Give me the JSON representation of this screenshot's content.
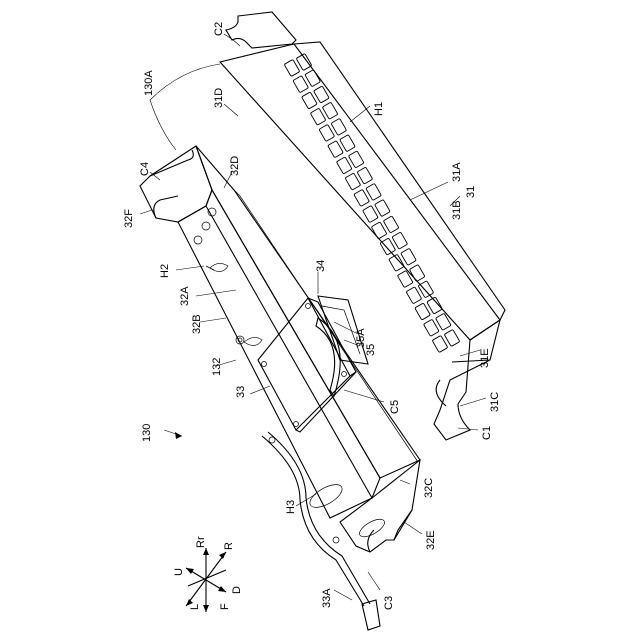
{
  "labels": {
    "l130A": "130A",
    "lC2": "C2",
    "l31D": "31D",
    "lH1": "H1",
    "lC4": "C4",
    "l32D": "32D",
    "l31A": "31A",
    "l31B": "31B",
    "l31": "31",
    "l32F": "32F",
    "lH2": "H2",
    "l34": "34",
    "l32A": "32A",
    "l35": "35",
    "l35A": "35A",
    "l32B": "32B",
    "l132": "132",
    "l33": "33",
    "lC5": "C5",
    "l31E": "31E",
    "l31C": "31C",
    "lC1": "C1",
    "l130": "130",
    "l32C": "32C",
    "lH3": "H3",
    "l32E": "32E",
    "lC3": "C3",
    "l33A": "33A"
  },
  "directions": {
    "up": "U",
    "rear": "Rr",
    "right": "R",
    "down": "D",
    "front": "F",
    "left": "L"
  }
}
